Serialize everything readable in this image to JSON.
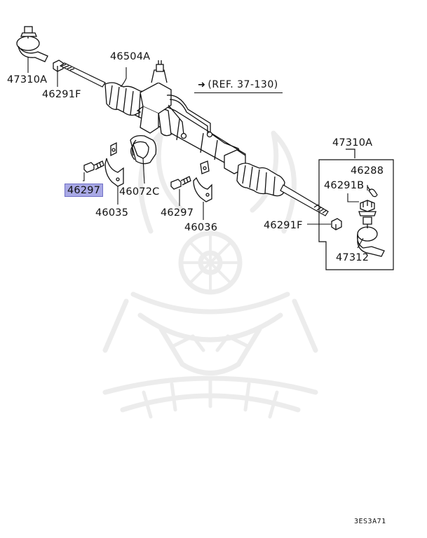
{
  "diagram": {
    "reference_text": "(REF. 37-130)",
    "figure_code": "3ES3A71",
    "highlight_color": "#a9a9e6",
    "labels": {
      "tie_rod_end_left": "47310A",
      "nut_left": "46291F",
      "rack_assembly": "46504A",
      "bolt_left": "46297",
      "bushing": "46072C",
      "clamp_left": "46035",
      "bolt_right": "46297",
      "clamp_right": "46036",
      "tie_rod_end_right": "47310A",
      "cotter_pin": "46288",
      "castle_nut": "46291B",
      "nut_right": "46291F",
      "tie_rod_end_body": "47312"
    }
  }
}
